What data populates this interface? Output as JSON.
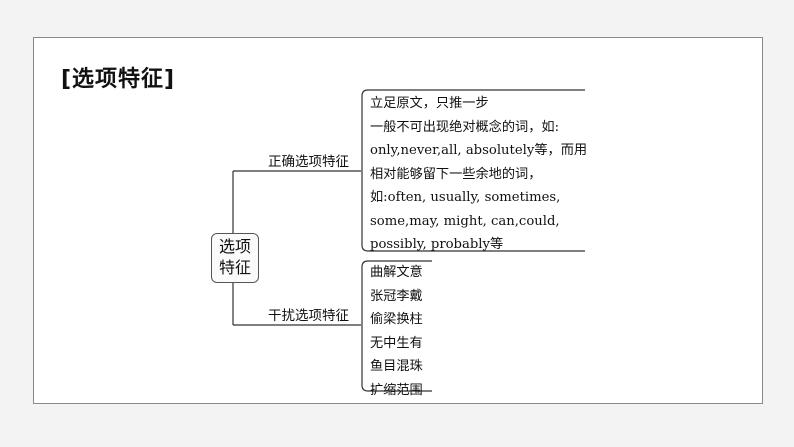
{
  "title": "[选项特征]",
  "root": {
    "line1": "选项",
    "line2": "特征"
  },
  "branches": [
    {
      "label": "正确选项特征",
      "items": [
        "立足原文，只推一步",
        "一般不可出现绝对概念的词，如:",
        "only,never,all, absolutely等，而用",
        "相对能够留下一些余地的词，",
        "如:often, usually, sometimes,",
        "some,may, might, can,could,",
        "possibly, probably等"
      ]
    },
    {
      "label": "干扰选项特征",
      "items": [
        "曲解文意",
        "张冠李戴",
        "偷梁换柱",
        "无中生有",
        "鱼目混珠",
        "扩缩范围"
      ]
    }
  ]
}
